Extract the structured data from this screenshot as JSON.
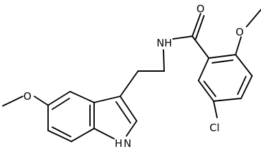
{
  "molecule": {
    "atoms": {
      "nh_amide": "NH",
      "o_carbonyl": "O",
      "o_methoxy_top": "O",
      "o_methoxy_left": "O",
      "cl": "Cl",
      "nh_indole": "H",
      "n_indole": "N"
    }
  },
  "colors": {
    "bond": "#000000",
    "label": "#000000",
    "background": "#ffffff"
  }
}
